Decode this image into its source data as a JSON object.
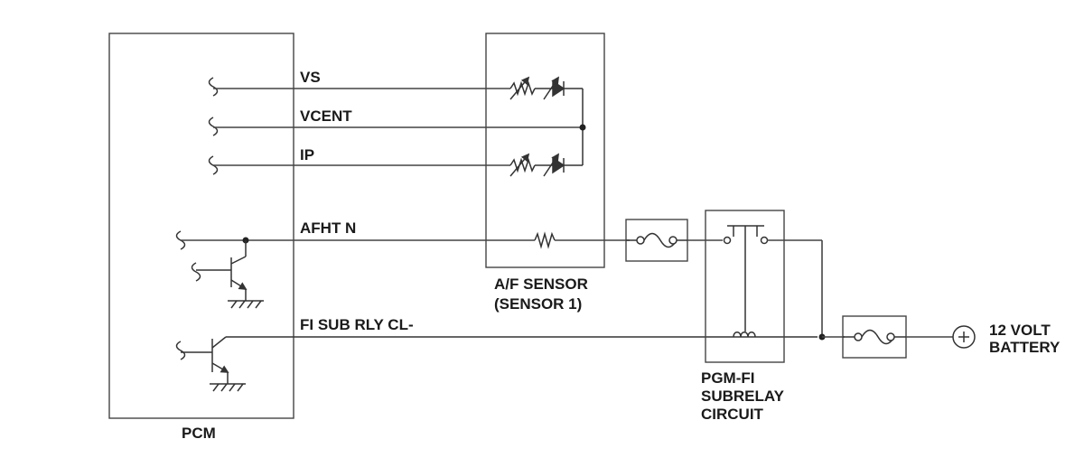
{
  "diagram": {
    "labels": {
      "vs": "VS",
      "vcent": "VCENT",
      "ip": "IP",
      "afht": "AFHT N",
      "fisub": "FI SUB RLY CL-",
      "pcm": "PCM",
      "sensor_line1": "A/F SENSOR",
      "sensor_line2": "(SENSOR 1)",
      "pgm_line1": "PGM-FI",
      "pgm_line2": "SUBRELAY",
      "pgm_line3": "CIRCUIT",
      "battery_line1": "12 VOLT",
      "battery_line2": "BATTERY"
    }
  }
}
